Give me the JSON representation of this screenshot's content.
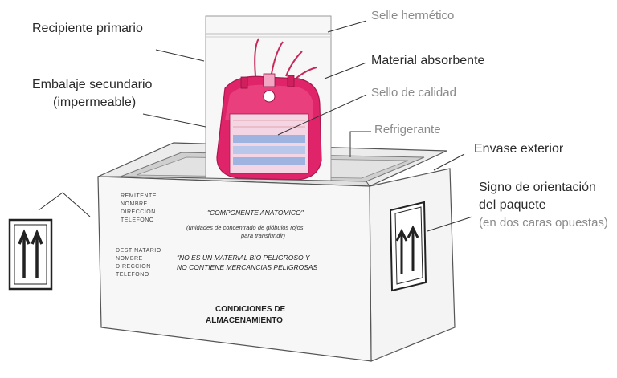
{
  "labels": {
    "recipiente_primario": "Recipiente primario",
    "sello_hermetico": "Selle hermético",
    "material_absorbente": "Material absorbente",
    "embalaje_secundario_1": "Embalaje secundario",
    "embalaje_secundario_2": "(impermeable)",
    "sello_calidad": "Sello de calidad",
    "refrigerante": "Refrigerante",
    "envase_exterior": "Envase exterior",
    "signo_1": "Signo de orientación",
    "signo_2": "del paquete",
    "signo_3": "(en dos caras opuestas)"
  },
  "box_text": {
    "remitente": [
      "REMITENTE",
      "NOMBRE",
      "DIRECCION",
      "TELEFONO"
    ],
    "destinatario": [
      "DESTINATARIO",
      "NOMBRE",
      "DIRECCION",
      "TELEFONO"
    ],
    "componente": "\"COMPONENTE ANATOMICO\"",
    "unidades_1": "(unidades de concentrado de glóbulos rojos",
    "unidades_2": "para transfundir)",
    "no_es_1": "\"NO ES UN MATERIAL BIO PELIGROSO Y",
    "no_es_2": "NO CONTIENE MERCANCIAS PELIGROSAS",
    "condiciones_1": "CONDICIONES DE",
    "condiciones_2": "ALMACENAMIENTO"
  },
  "colors": {
    "blood_bag": "#e0246a",
    "bag_light": "#f3a6c4",
    "label_blue": "#9fb3e0",
    "grey_label": "#8a8a8a"
  }
}
